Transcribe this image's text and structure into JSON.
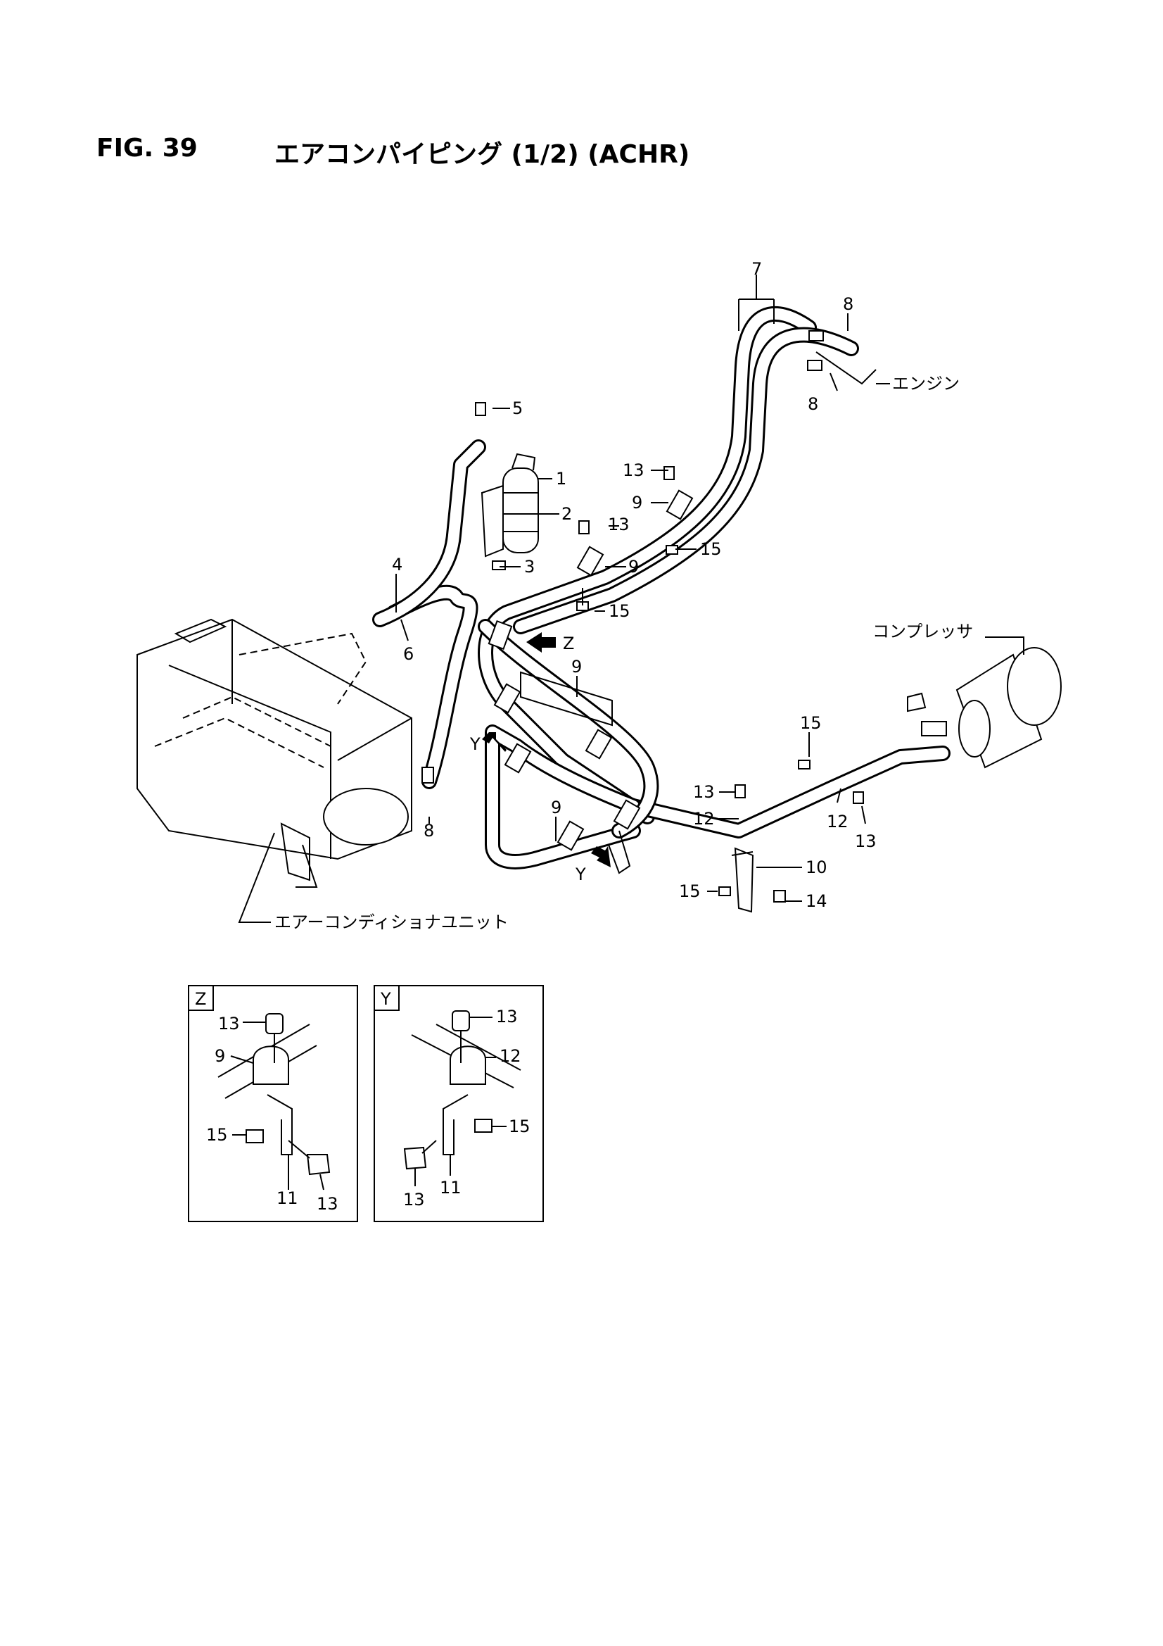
{
  "figure": {
    "number": "FIG. 39",
    "title": "エアコンパイピング (1/2) (ACHR)"
  },
  "callouts": [
    "1",
    "2",
    "3",
    "4",
    "5",
    "6",
    "7",
    "8",
    "9",
    "10",
    "11",
    "12",
    "13",
    "14",
    "15"
  ],
  "components": {
    "engine": "エンジン",
    "compressor": "コンプレッサ",
    "ac_unit": "エアーコンディショナユニット"
  },
  "view_markers": {
    "z": "Z",
    "y": "Y"
  },
  "detail_views": [
    {
      "id": "Z",
      "callouts": [
        "13",
        "9",
        "15",
        "11",
        "13"
      ]
    },
    {
      "id": "Y",
      "callouts": [
        "13",
        "12",
        "15",
        "13",
        "11"
      ]
    }
  ]
}
